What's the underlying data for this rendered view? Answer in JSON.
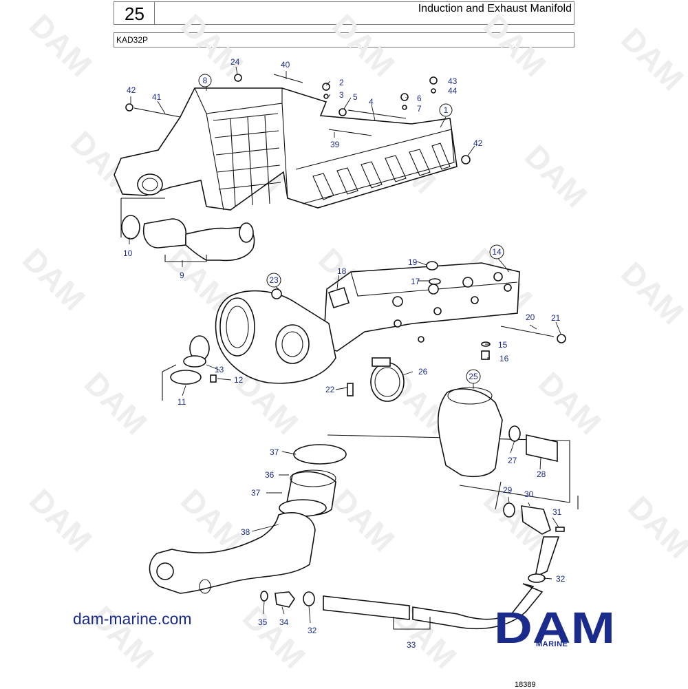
{
  "header": {
    "section_number": "25",
    "title": "Induction and Exhaust Manifold",
    "model": "KAD32P"
  },
  "watermark_text": "DAM",
  "callouts": {
    "c1": "1",
    "c2": "2",
    "c3": "3",
    "c4": "4",
    "c5": "5",
    "c6": "6",
    "c7": "7",
    "c8": "8",
    "c9": "9",
    "c10": "10",
    "c11": "11",
    "c12": "12",
    "c13": "13",
    "c14": "14",
    "c15": "15",
    "c16": "16",
    "c17": "17",
    "c18": "18",
    "c19": "19",
    "c20": "20",
    "c21": "21",
    "c22": "22",
    "c23": "23",
    "c24": "24",
    "c25": "25",
    "c26": "26",
    "c27": "27",
    "c28": "28",
    "c29": "29",
    "c30": "30",
    "c31": "31",
    "c32": "32",
    "c33": "33",
    "c34": "34",
    "c35": "35",
    "c36": "36",
    "c37": "37",
    "c38": "38",
    "c39": "39",
    "c40": "40",
    "c41": "41",
    "c42": "42",
    "c43": "43",
    "c44": "44"
  },
  "footer": {
    "website": "dam-marine.com",
    "brand": "DAM",
    "brand_sub": "MARINE",
    "figure_id": "18389",
    "brand_color": "#1a2b8c"
  }
}
